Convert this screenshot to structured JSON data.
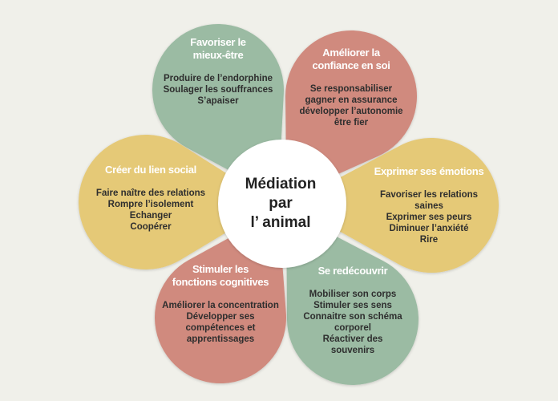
{
  "center": {
    "lines": [
      "Médiation",
      "par",
      "l’ animal"
    ]
  },
  "colors": {
    "background": "#f0f0ea",
    "green": "#9bbba3",
    "red": "#d08a7e",
    "yellow": "#e5c977",
    "center": "#ffffff"
  },
  "petals": [
    {
      "id": "mieux-etre",
      "color": "green",
      "title": [
        "Favoriser le",
        "mieux-être"
      ],
      "items": [
        "Produire de l’endorphine",
        "Soulager les souffrances",
        "S’apaiser"
      ]
    },
    {
      "id": "confiance",
      "color": "red",
      "title": [
        "Améliorer la",
        "confiance en soi"
      ],
      "items": [
        "Se responsabiliser",
        "gagner en assurance",
        "développer l’autonomie",
        "être fier"
      ]
    },
    {
      "id": "emotions",
      "color": "yellow",
      "title": [
        "Exprimer ses émotions"
      ],
      "items": [
        "Favoriser les relations",
        "saines",
        "Exprimer ses peurs",
        "Diminuer l’anxiété",
        "Rire"
      ]
    },
    {
      "id": "redecouvrir",
      "color": "green",
      "title": [
        "Se redécouvrir"
      ],
      "items": [
        "Mobiliser son corps",
        "Stimuler ses sens",
        "Connaitre son schéma",
        "corporel",
        "Réactiver des",
        "souvenirs"
      ]
    },
    {
      "id": "cognitives",
      "color": "red",
      "title": [
        "Stimuler les",
        "fonctions cognitives"
      ],
      "items": [
        "Améliorer la concentration",
        "Développer ses",
        "compétences et",
        "apprentissages"
      ]
    },
    {
      "id": "lien-social",
      "color": "yellow",
      "title": [
        "Créer du lien social"
      ],
      "items": [
        "Faire naître des relations",
        "Rompre l’isolement",
        "Echanger",
        "Coopérer"
      ]
    }
  ]
}
